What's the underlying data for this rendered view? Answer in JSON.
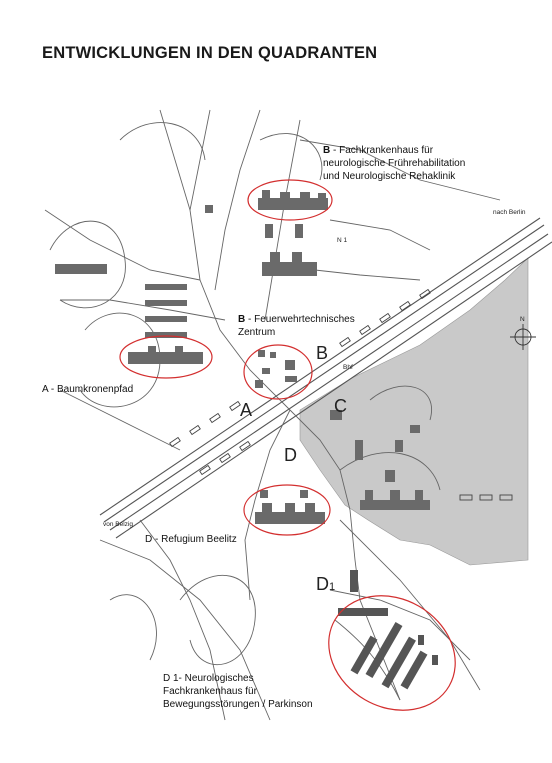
{
  "title": "ENTWICKLUNGEN IN DEN QUADRANTEN",
  "colors": {
    "ellipse": "#d32f2f",
    "quadrant_c": "#c9c9c9",
    "lines": "#555555",
    "buildings": "#6a6a6a"
  },
  "labels": {
    "b": {
      "letter": "B",
      "text": " - Fachkrankenhaus für",
      "line2": "neurologische Frührehabilitation",
      "line3": "und Neurologische Rehaklinik"
    },
    "b2": {
      "letter": "B",
      "text": " - Feuerwehrtechnisches",
      "line2": "Zentrum"
    },
    "a": {
      "text": "A - Baumkronenpfad"
    },
    "d": {
      "text": "D - Refugium Beelitz"
    },
    "d1": {
      "line1": "D 1- Neurologisches",
      "line2": "Fachkrankenhaus für",
      "line3": "Bewegungsstörungen / Parkinson"
    }
  },
  "map_letters": {
    "a": "A",
    "b": "B",
    "c": "C",
    "d": "D",
    "d1": "D",
    "d1_sub": "1"
  },
  "map_text": {
    "nach_berlin": "nach Berlin",
    "von_belzig": "von Belzig",
    "bhf": "Bhf",
    "n1": "N 1",
    "north": "N"
  }
}
